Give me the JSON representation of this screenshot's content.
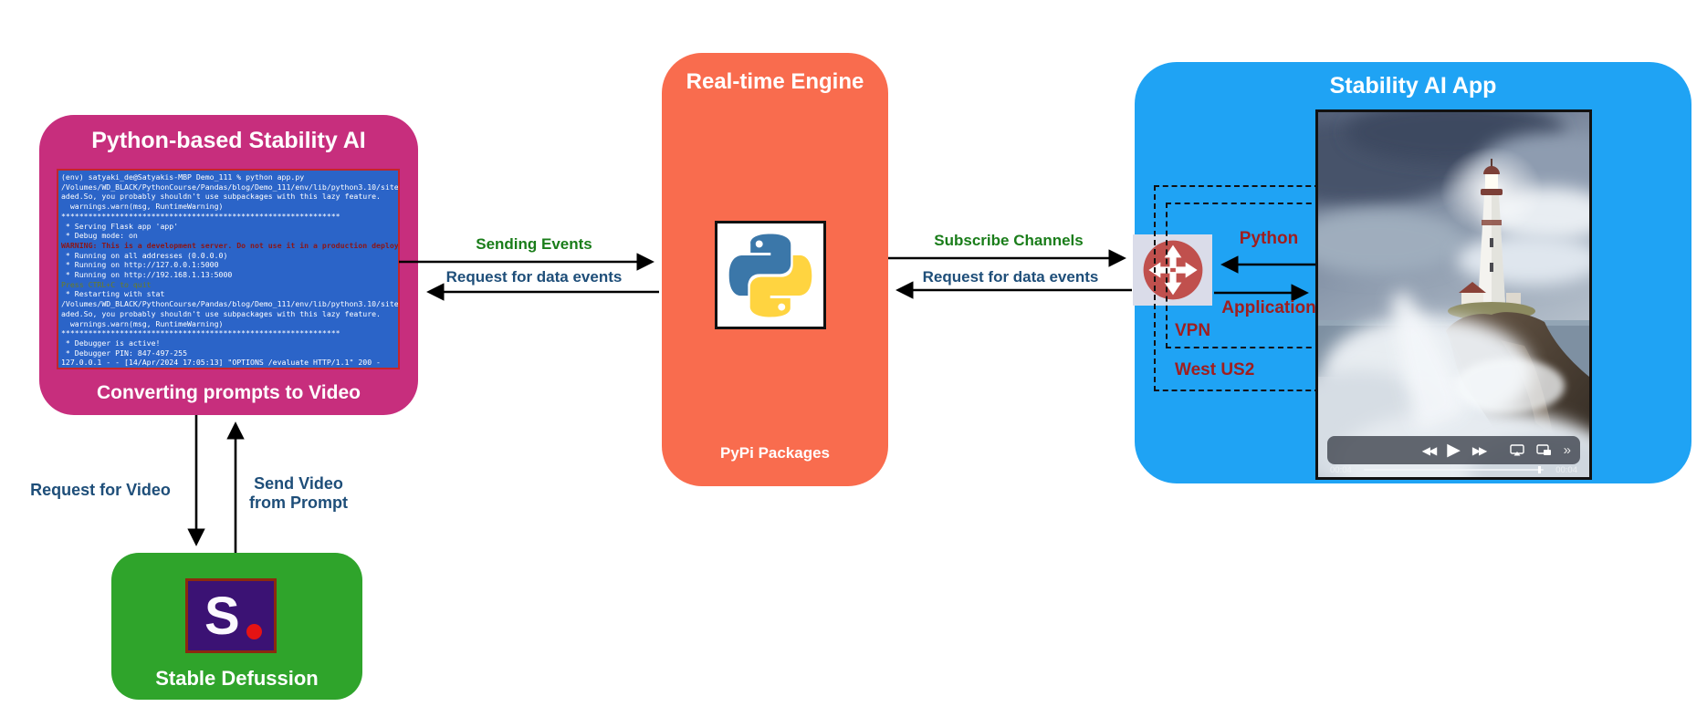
{
  "colors": {
    "magenta_box": "#C72E7D",
    "orange_box": "#F96C4E",
    "blue_box": "#1FA3F4",
    "green_box": "#2FA42B",
    "terminal_bg": "#2B64C8",
    "terminal_border": "#C3262A",
    "label_green": "#1A7D1A",
    "label_navy": "#1E4E79",
    "label_dark_red": "#A01E1E",
    "logo_purple": "#3B1274",
    "router_red": "#C0504D"
  },
  "python_stability": {
    "title": "Python-based Stability AI",
    "caption": "Converting prompts to Video",
    "terminal_lines": [
      {
        "t": "(env) satyaki_de@Satyakis-MBP Demo_111 % python app.py",
        "c": "white"
      },
      {
        "t": "/Volumes/WD_BLACK/PythonCourse/Pandas/blog/Demo_111/env/lib/python3.10/site",
        "c": "white"
      },
      {
        "t": "aded.So, you probably shouldn't use subpackages with this lazy feature.",
        "c": "white"
      },
      {
        "t": "  warnings.warn(msg, RuntimeWarning)",
        "c": "white"
      },
      {
        "t": "**************************************************************",
        "c": "white"
      },
      {
        "t": " * Serving Flask app 'app'",
        "c": "white"
      },
      {
        "t": " * Debug mode: on",
        "c": "white"
      },
      {
        "t": "WARNING: This is a development server. Do not use it in a production deploy",
        "c": "red"
      },
      {
        "t": " * Running on all addresses (0.0.0.0)",
        "c": "white"
      },
      {
        "t": " * Running on http://127.0.0.1:5000",
        "c": "white"
      },
      {
        "t": " * Running on http://192.168.1.13:5000",
        "c": "white"
      },
      {
        "t": "Press CTRL+C to quit",
        "c": "olive"
      },
      {
        "t": " * Restarting with stat",
        "c": "white"
      },
      {
        "t": "/Volumes/WD_BLACK/PythonCourse/Pandas/blog/Demo_111/env/lib/python3.10/site",
        "c": "white"
      },
      {
        "t": "aded.So, you probably shouldn't use subpackages with this lazy feature.",
        "c": "white"
      },
      {
        "t": "  warnings.warn(msg, RuntimeWarning)",
        "c": "white"
      },
      {
        "t": "**************************************************************",
        "c": "white"
      },
      {
        "t": " * Debugger is active!",
        "c": "white"
      },
      {
        "t": " * Debugger PIN: 847-497-255",
        "c": "white"
      },
      {
        "t": "127.0.0.1 - - [14/Apr/2024 17:05:13] \"OPTIONS /evaluate HTTP/1.1\" 200 -",
        "c": "white"
      }
    ]
  },
  "realtime_engine": {
    "title": "Real-time Engine",
    "caption": "PyPi Packages"
  },
  "stability_app": {
    "title": "Stability AI App",
    "labels": {
      "python": "Python",
      "application": "Application",
      "vpn": "VPN",
      "region": "West US2"
    },
    "video": {
      "current_time": "00:04",
      "duration": "00:04",
      "rewind": "◀◀",
      "play": "▶",
      "forward": "▶▶",
      "more": "»"
    }
  },
  "stable_defussion": {
    "title": "Stable Defussion",
    "logo_letter": "S"
  },
  "arrow_labels": {
    "sending_events": "Sending Events",
    "request_data_events_left": "Request for data events",
    "subscribe_channels": "Subscribe Channels",
    "request_data_events_right": "Request for data events",
    "request_video": "Request for Video",
    "send_video_line1": "Send Video",
    "send_video_line2": "from Prompt"
  }
}
